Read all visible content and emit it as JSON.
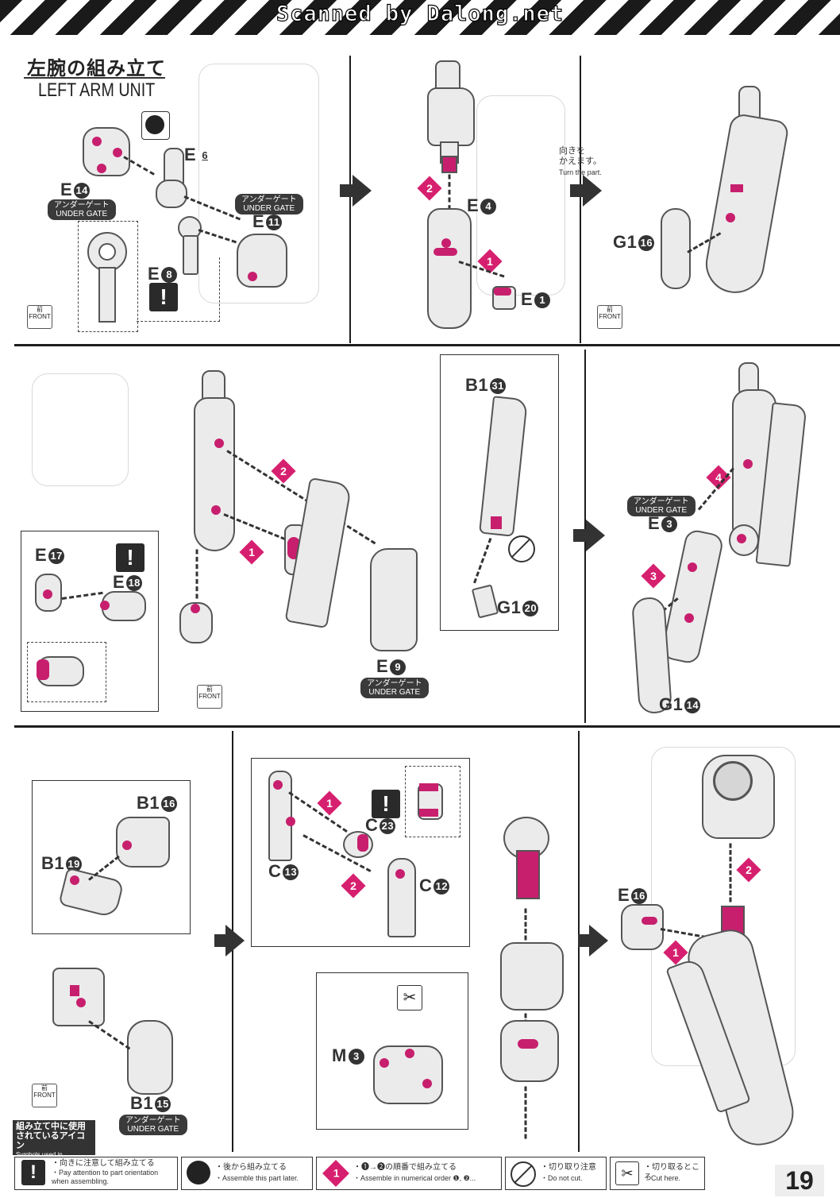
{
  "header": {
    "watermark": "Scanned by Dalong.net"
  },
  "title": {
    "jp": "左腕の組み立て",
    "en": "LEFT ARM UNIT"
  },
  "gate_label": {
    "jp": "アンダーゲート",
    "en": "UNDER GATE"
  },
  "front_label": {
    "jp": "前",
    "en": "FRONT"
  },
  "turn_note": {
    "jp": "向きを\nかえます。",
    "en": "Turn the part."
  },
  "parts": {
    "e14": "E",
    "e6": "E",
    "e11": "E",
    "e8": "E",
    "e4": "E",
    "e1": "E",
    "g16": "G1",
    "e17": "E",
    "e18": "E",
    "e9": "E",
    "b31": "B1",
    "g20": "G1",
    "e3": "E",
    "g14": "G1",
    "b16": "B1",
    "b19": "B1",
    "b15": "B1",
    "c13": "C",
    "c23": "C",
    "c12": "C",
    "m3": "M",
    "e16": "E"
  },
  "numbers": {
    "e14": "14",
    "e6": "6",
    "e11": "11",
    "e8": "8",
    "e4": "4",
    "e1": "1",
    "g16": "16",
    "e17": "17",
    "e18": "18",
    "e9": "9",
    "b31": "31",
    "g20": "20",
    "e3": "3",
    "g14": "14",
    "b16": "16",
    "b19": "19",
    "b15": "15",
    "c13": "13",
    "c23": "23",
    "c12": "12",
    "m3": "3",
    "e16": "16"
  },
  "steps": {
    "one": "1",
    "two": "2",
    "three": "3",
    "four": "4"
  },
  "warning_symbol": "!",
  "legend": {
    "heading_jp": "組み立て中に使用\nされているアイコン",
    "heading_en": "Symbols used in instructions",
    "items": [
      {
        "icon": "exclamation-icon",
        "jp": "・向きに注意して組み立てる",
        "en": "・Pay attention to part orientation\nwhen assembling."
      },
      {
        "icon": "assemble-later-icon",
        "jp": "・後から組み立てる",
        "en": "・Assemble this part later."
      },
      {
        "icon": "numbered-step-icon",
        "jp": "・❶→❷の順番で組み立てる",
        "en": "・Assemble in numerical order ❶, ❷..."
      },
      {
        "icon": "no-cut-icon",
        "jp": "・切り取り注意",
        "en": "・Do not cut."
      },
      {
        "icon": "cut-here-icon",
        "jp": "・切り取るところ",
        "en": "・Cut here."
      }
    ]
  },
  "page_number": "19",
  "colors": {
    "accent": "#c71f6e",
    "ink": "#1d1d1d"
  }
}
